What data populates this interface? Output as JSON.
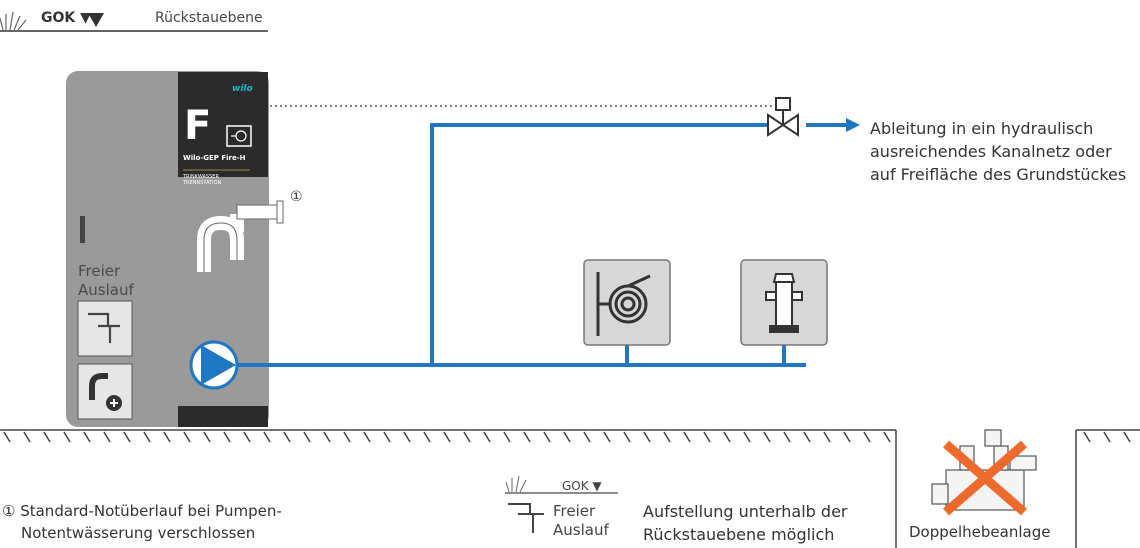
{
  "header": {
    "gok_label": "GOK ▼",
    "backflow_label": "Rückstauebene"
  },
  "station": {
    "brand": "wilo",
    "letter": "F",
    "product_name": "Wilo-GEP Fire-H",
    "subtitle_line1": "TRINKWASSER",
    "subtitle_line2": "TRENNSTATION",
    "free_outlet_label_1": "Freier",
    "free_outlet_label_2": "Auslauf"
  },
  "marker": "①",
  "outflow": {
    "line1": "Ableitung in ein hydraulisch",
    "line2": "ausreichendes Kanalnetz oder",
    "line3": "auf Freifläche des Grundstückes"
  },
  "footnote": {
    "line1": "① Standard-Notüberlauf bei Pumpen-",
    "line2": "Notentwässerung verschlossen"
  },
  "legend": {
    "gok": "GOK ▼",
    "free_1": "Freier",
    "free_2": "Auslauf",
    "text_line1": "Aufstellung unterhalb der",
    "text_line2": "Rückstauebene möglich"
  },
  "not_recommended": {
    "label": "Doppelhebeanlage"
  },
  "colors": {
    "pipe": "#1f77c4",
    "station": "#9a9a9a",
    "panel": "#2b2b2b",
    "cross": "#ee6a2c",
    "icon_bg": "#d7d7d7"
  },
  "icons": [
    "grass-icon",
    "triangle-down-icon",
    "hose-reel-icon",
    "hydrant-icon",
    "valve-icon",
    "pump-icon",
    "free-outlet-icon",
    "siphon-icon",
    "double-lifting-station-icon",
    "cross-icon"
  ]
}
